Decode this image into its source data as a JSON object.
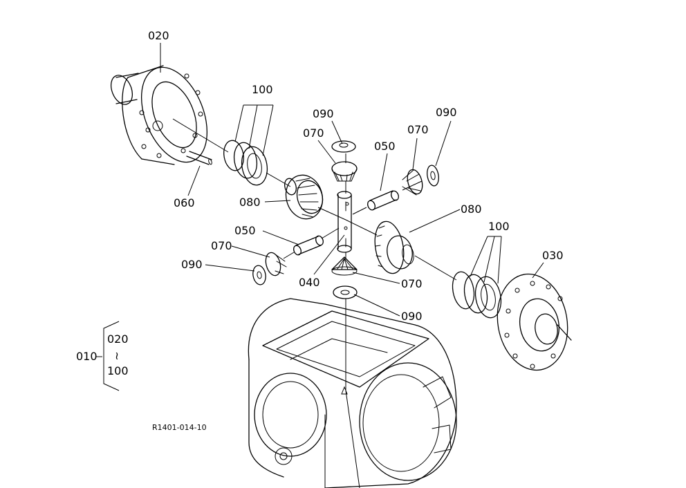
{
  "callouts": [
    {
      "id": "c020",
      "text": "020"
    },
    {
      "id": "c100a",
      "text": "100"
    },
    {
      "id": "c090a",
      "text": "090"
    },
    {
      "id": "c070a",
      "text": "070"
    },
    {
      "id": "c050a",
      "text": "050"
    },
    {
      "id": "c070b",
      "text": "070"
    },
    {
      "id": "c090b",
      "text": "090"
    },
    {
      "id": "c060",
      "text": "060"
    },
    {
      "id": "c080a",
      "text": "080"
    },
    {
      "id": "c080b",
      "text": "080"
    },
    {
      "id": "c100b",
      "text": "100"
    },
    {
      "id": "c050b",
      "text": "050"
    },
    {
      "id": "c070c",
      "text": "070"
    },
    {
      "id": "c030",
      "text": "030"
    },
    {
      "id": "c090c",
      "text": "090"
    },
    {
      "id": "c040",
      "text": "040"
    },
    {
      "id": "c070d",
      "text": "070"
    },
    {
      "id": "c090d",
      "text": "090"
    }
  ],
  "assembly_group": {
    "code": "010",
    "range_from": "020",
    "range_sep": "≀",
    "range_to": "100"
  },
  "reference_code": "R1401-014-10"
}
